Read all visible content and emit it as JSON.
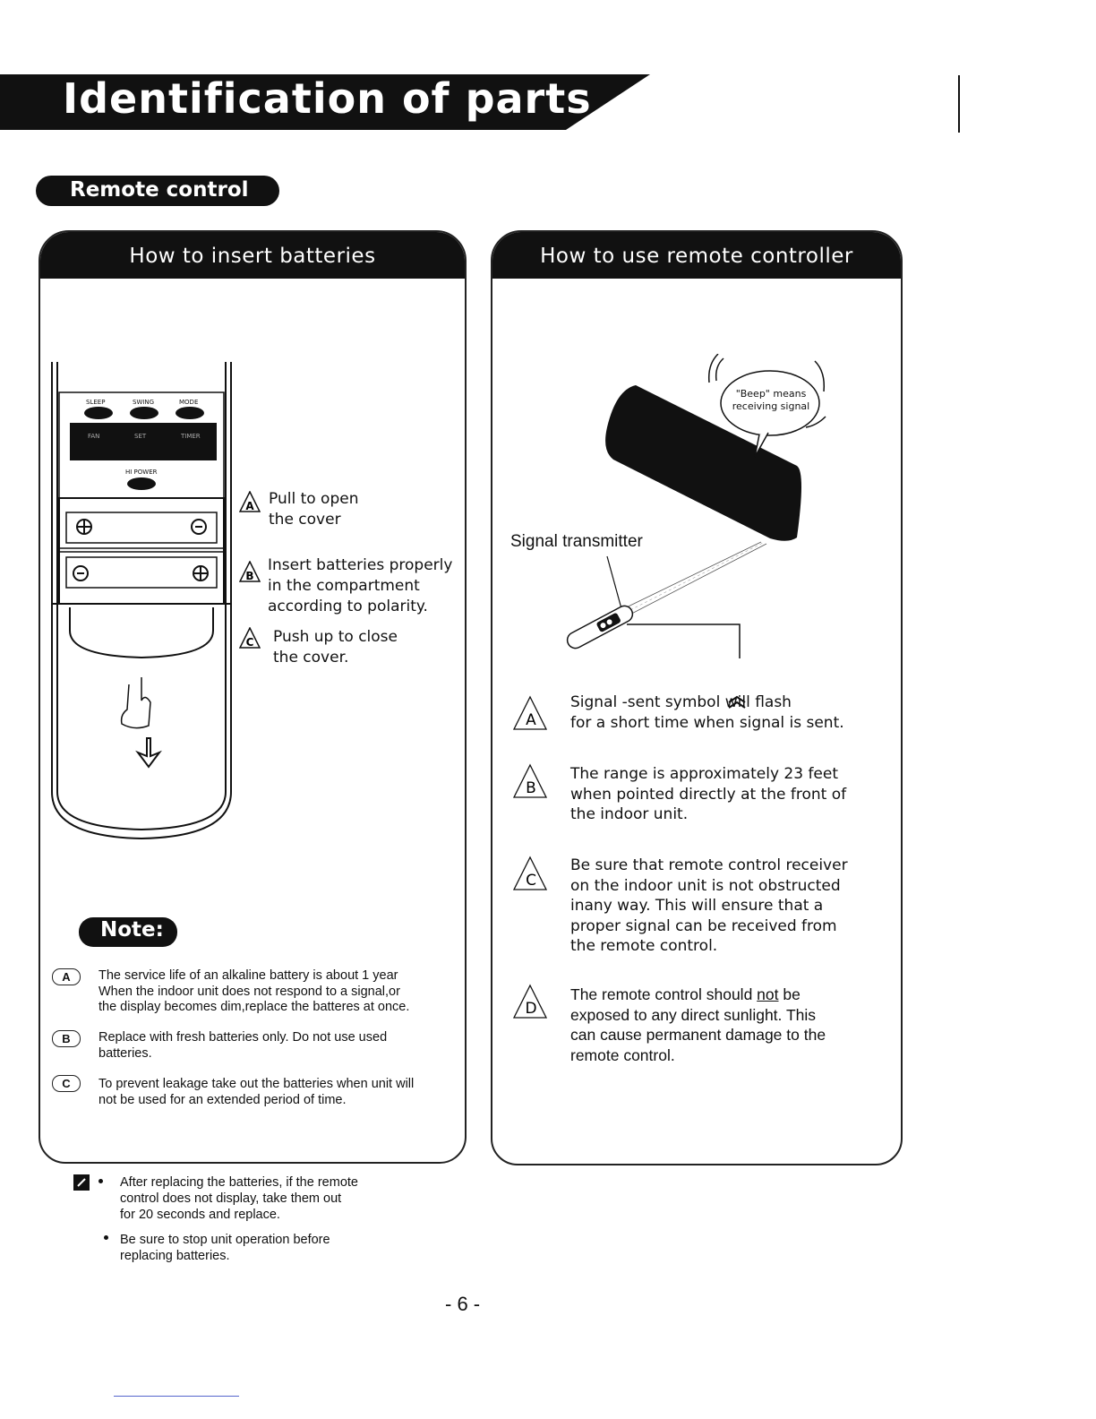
{
  "page": {
    "title": "Identification of parts",
    "section": "Remote control",
    "page_number": "- 6 -"
  },
  "left_panel": {
    "heading": "How to insert batteries",
    "remote_buttons": [
      "SLEEP",
      "SWING",
      "MODE"
    ],
    "remote_button_row2": [
      "FAN",
      "SET",
      "TIMER"
    ],
    "remote_hipower": "HI POWER",
    "steps": [
      {
        "badge": "A",
        "lines": [
          "Pull  to open",
          "the  cover"
        ]
      },
      {
        "badge": "B",
        "lines": [
          "Insert batteries properly",
          "in the  compartment",
          "according to polarity."
        ]
      },
      {
        "badge": "C",
        "lines": [
          "Push up  to close",
          "the cover."
        ]
      }
    ],
    "note_label": "Note:",
    "notes": [
      {
        "badge": "A",
        "lines": [
          "The service life of an alkaline battery is about 1 year",
          "When the indoor unit does not respond to a  signal,or",
          "the display becomes dim,replace the batteres at once."
        ]
      },
      {
        "badge": "B",
        "lines": [
          "Replace with fresh batteries only. Do not use used",
          "batteries."
        ]
      },
      {
        "badge": "C",
        "lines": [
          "To prevent leakage take out the batteries when unit will",
          "not be used for an extended period of time."
        ]
      }
    ]
  },
  "right_panel": {
    "heading": "How to use remote controller",
    "beep_bubble": [
      "\"Beep\" means",
      "receiving signal"
    ],
    "signal_transmitter_label": "Signal transmitter",
    "items": [
      {
        "badge": "A",
        "lines": [
          "Signal -sent symbol      will  flash",
          "for a  short  time when  signal  is sent."
        ]
      },
      {
        "badge": "B",
        "lines": [
          "The  range is  approximately 23  feet",
          "when pointed directly at the  front of",
          "the indoor unit."
        ]
      },
      {
        "badge": "C",
        "lines": [
          "Be sure that remote control receiver",
          "on the indoor unit  is not obstructed",
          "inany  way. This will ensure that a",
          "proper signal can be received from",
          "the remote control."
        ]
      },
      {
        "badge": "D",
        "line1_pre": "The remote  control  should ",
        "line1_underline": "not",
        "line1_post": " be",
        "lines_rest": [
          "exposed  to  any direct  sunlight. This",
          "can cause  permanent damage to  the",
          "remote  control."
        ]
      }
    ]
  },
  "tips": [
    {
      "lines": [
        "After replacing the batteries, if the remote",
        "control does not display, take them out",
        "for 20 seconds and  replace."
      ]
    },
    {
      "lines": [
        "Be sure  to stop  unit operation before",
        "replacing batteries."
      ]
    }
  ]
}
